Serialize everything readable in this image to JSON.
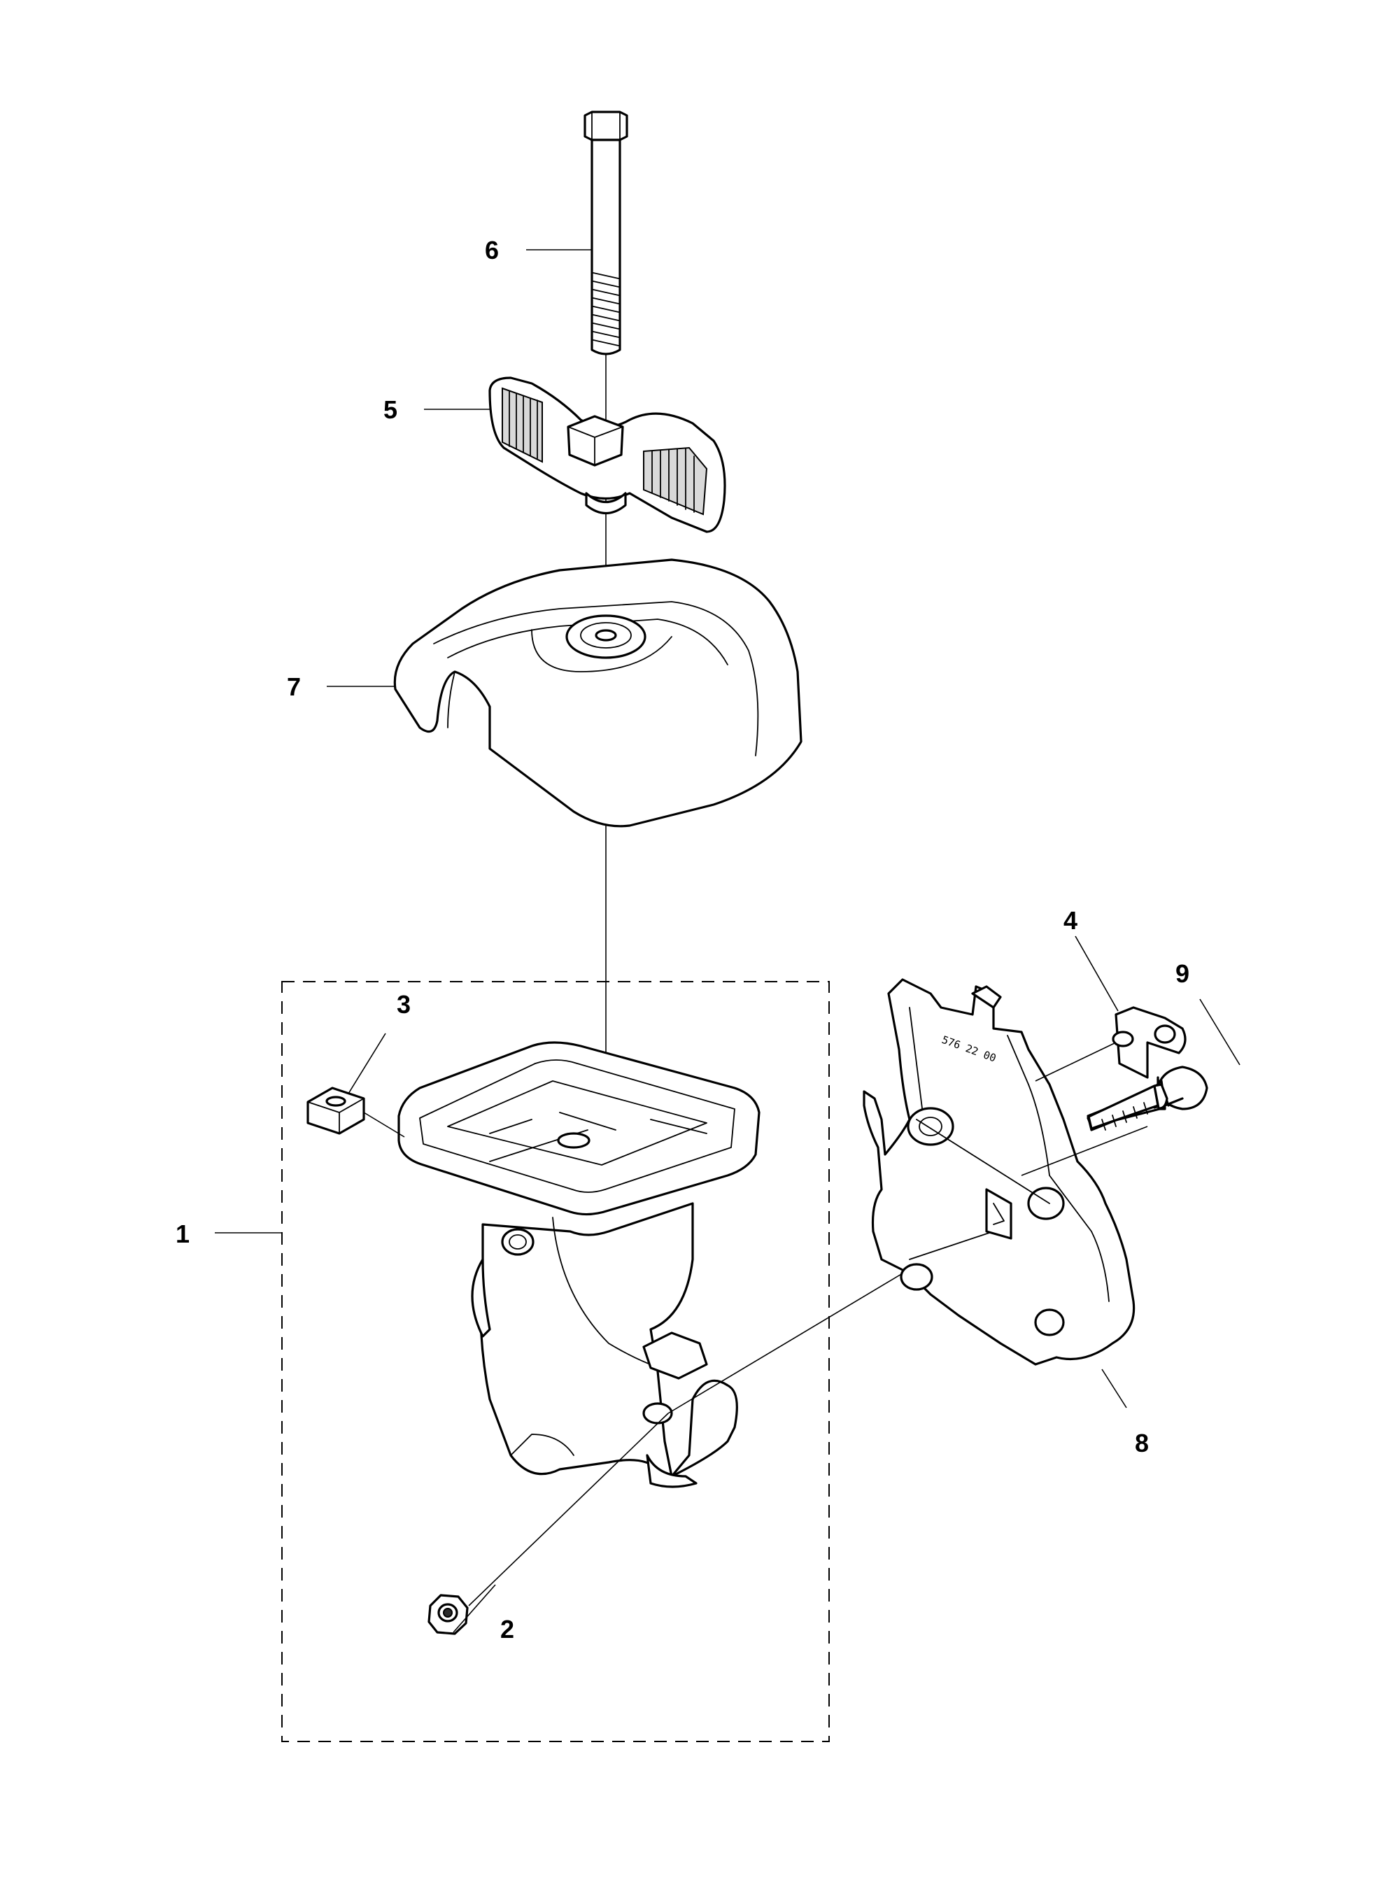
{
  "diagram": {
    "callouts": [
      {
        "id": "1",
        "label": "1"
      },
      {
        "id": "2",
        "label": "2"
      },
      {
        "id": "3",
        "label": "3"
      },
      {
        "id": "4",
        "label": "4"
      },
      {
        "id": "5",
        "label": "5"
      },
      {
        "id": "6",
        "label": "6"
      },
      {
        "id": "7",
        "label": "7"
      },
      {
        "id": "8",
        "label": "8"
      },
      {
        "id": "9",
        "label": "9"
      }
    ],
    "part_stamp": "576 22 00"
  }
}
